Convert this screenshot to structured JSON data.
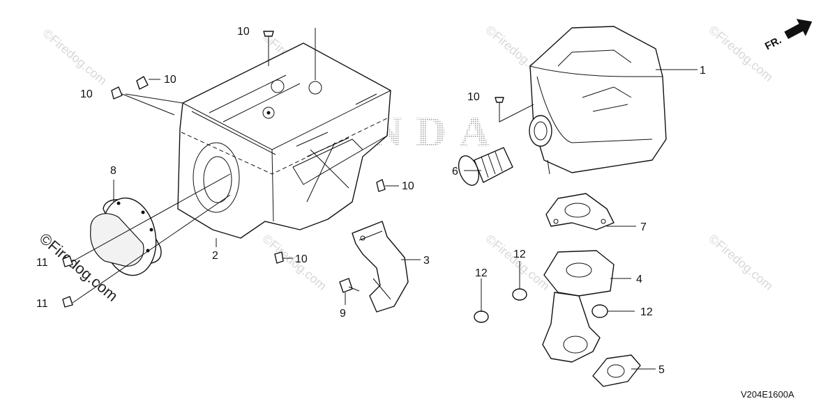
{
  "diagram": {
    "code": "V204E1600A",
    "orientation_label": "FR.",
    "brand_watermark": "HONDA",
    "watermark_text": "©Firedog.com",
    "callouts": {
      "c1": "1",
      "c2": "2",
      "c3": "3",
      "c4": "4",
      "c5": "5",
      "c6": "6",
      "c7": "7",
      "c8": "8",
      "c9": "9",
      "c10a": "10",
      "c10b": "10",
      "c10c": "10",
      "c10d": "10",
      "c10e": "10",
      "c10f": "10",
      "c11a": "11",
      "c11b": "11",
      "c12a": "12",
      "c12b": "12",
      "c12c": "12"
    }
  }
}
